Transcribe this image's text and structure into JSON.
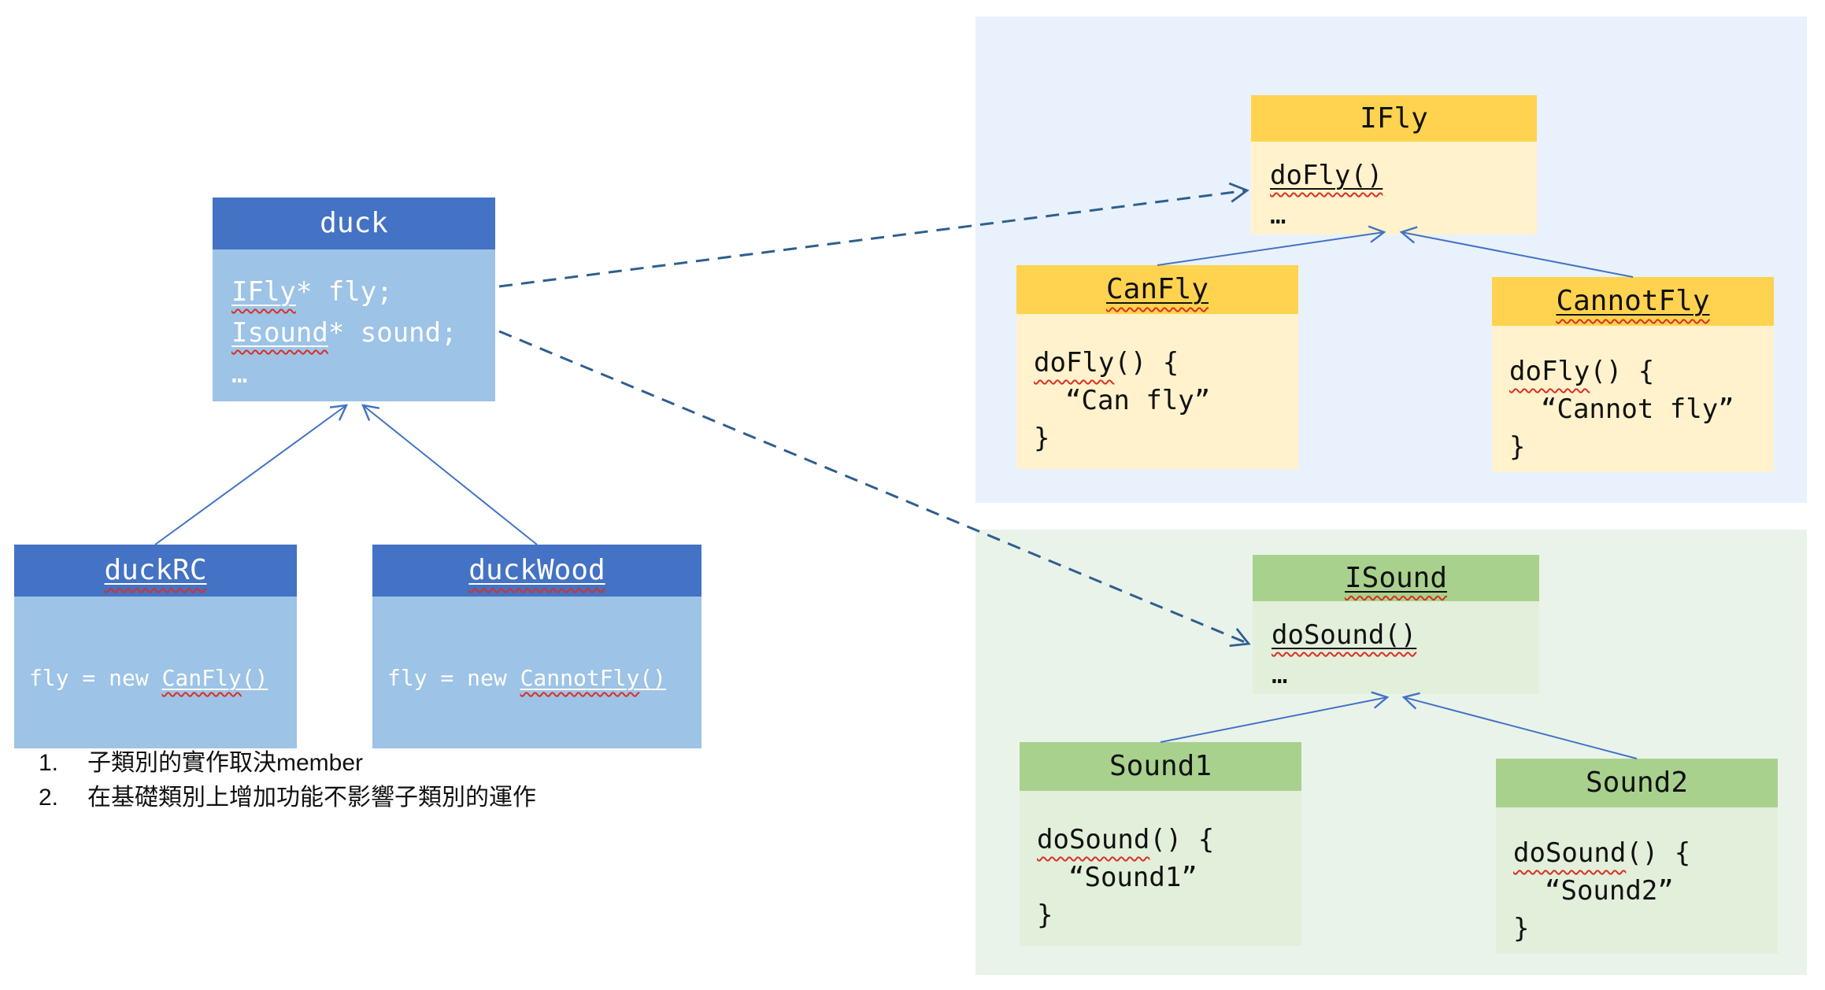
{
  "colors": {
    "blue_header": "#4472C4",
    "blue_body": "#9DC3E6",
    "gold_header": "#FFD34F",
    "gold_body": "#FFF2CC",
    "green_header": "#A9D18E",
    "green_body": "#E2EFDA",
    "fly_panel_bg": "#E9F1FC",
    "sound_panel_bg": "#EAF3EA",
    "inheritance_arrow": "#4472C4",
    "dependency_arrow": "#2E5F8F",
    "squiggle": "#D93025"
  },
  "classes": {
    "duck": {
      "title": "duck",
      "fly_name": "IFly",
      "fly_rest": "* fly;",
      "sound_name": "Isound",
      "sound_rest": "* sound;",
      "ellipsis": "…"
    },
    "duckRC": {
      "title": "duckRC",
      "assign_prefix": "fly = new ",
      "assign_name": "CanFly",
      "assign_suffix": "()"
    },
    "duckWood": {
      "title": "duckWood",
      "assign_prefix": "fly = new ",
      "assign_name": "CannotFly",
      "assign_suffix": "()"
    },
    "ifly": {
      "title": "IFly",
      "method": "doFly()",
      "ellipsis": "…"
    },
    "canfly": {
      "title": "CanFly",
      "method_name": "doFly",
      "method_rest": "() {",
      "body": "“Can fly”",
      "close": "}"
    },
    "cannotfly": {
      "title": "CannotFly",
      "method_name": "doFly",
      "method_rest": "() {",
      "body": "“Cannot fly”",
      "close": "}"
    },
    "isound": {
      "title": "ISound",
      "method": "doSound()",
      "ellipsis": "…"
    },
    "sound1": {
      "title": "Sound1",
      "method_name": "doSound",
      "method_rest": "() {",
      "body": "“Sound1”",
      "close": "}"
    },
    "sound2": {
      "title": "Sound2",
      "method_name": "doSound",
      "method_rest": "() {",
      "body": "“Sound2”",
      "close": "}"
    }
  },
  "notes": {
    "items": [
      {
        "num": "1.",
        "text": "子類別的實作取決member"
      },
      {
        "num": "2.",
        "text": "在基礎類別上增加功能不影響子類別的運作"
      }
    ]
  }
}
